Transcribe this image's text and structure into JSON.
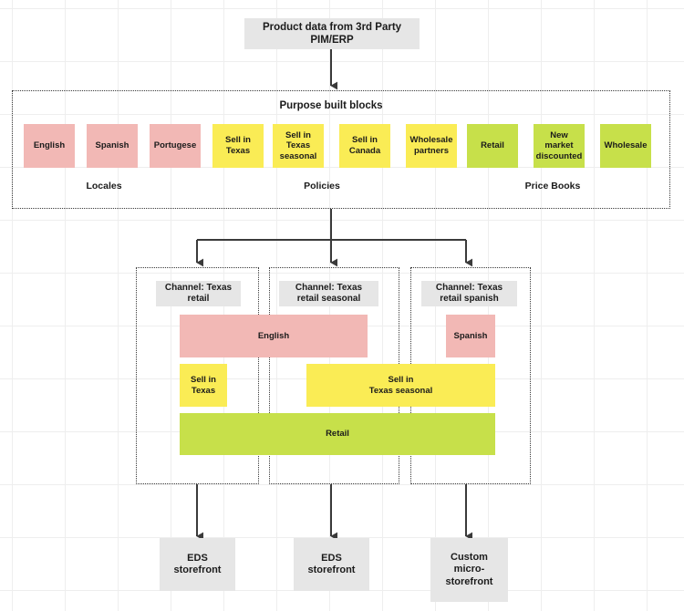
{
  "diagram": {
    "title": "Commerce product data composition diagram",
    "colors": {
      "grey": "#e6e6e6",
      "pink": "#f2b8b5",
      "yellow": "#faec55",
      "green": "#c7e04a",
      "stroke": "#3a3a3a",
      "grid": "#eeeeee",
      "text": "#1b1b1b"
    }
  },
  "source": {
    "label": "Product data from 3rd Party PIM/ERP"
  },
  "purpose_built_blocks": {
    "title": "Purpose built blocks",
    "group_labels": {
      "locales": "Locales",
      "policies": "Policies",
      "price_books": "Price Books"
    },
    "locales": [
      {
        "label": "English",
        "color": "pink"
      },
      {
        "label": "Spanish",
        "color": "pink"
      },
      {
        "label": "Portugese",
        "color": "pink"
      }
    ],
    "policies": [
      {
        "label": "Sell in\nTexas",
        "color": "yellow"
      },
      {
        "label": "Sell in\nTexas\nseasonal",
        "color": "yellow"
      },
      {
        "label": "Sell in\nCanada",
        "color": "yellow"
      },
      {
        "label": "Wholesale\npartners",
        "color": "yellow"
      }
    ],
    "price_books": [
      {
        "label": "Retail",
        "color": "green"
      },
      {
        "label": "New\nmarket\ndiscounted",
        "color": "green"
      },
      {
        "label": "Wholesale",
        "color": "green"
      }
    ]
  },
  "channels": [
    {
      "title": "Channel: Texas\nretail",
      "blocks": [
        {
          "label": "English",
          "color": "pink"
        },
        {
          "label": "Sell in\nTexas",
          "color": "yellow"
        },
        {
          "label": "Retail",
          "color": "green"
        }
      ]
    },
    {
      "title": "Channel: Texas\nretail seasonal",
      "blocks": [
        {
          "label": "English",
          "color": "pink"
        },
        {
          "label": "Sell in\nTexas seasonal",
          "color": "yellow"
        },
        {
          "label": "Retail",
          "color": "green"
        }
      ]
    },
    {
      "title": "Channel: Texas\nretail spanish",
      "blocks": [
        {
          "label": "Spanish",
          "color": "pink"
        },
        {
          "label": "Sell in\nTexas seasonal",
          "color": "yellow"
        },
        {
          "label": "Retail",
          "color": "green"
        }
      ]
    }
  ],
  "storefronts": [
    {
      "label": "EDS\nstorefront"
    },
    {
      "label": "EDS\nstorefront"
    },
    {
      "label": "Custom\nmicro-\nstorefront"
    }
  ]
}
